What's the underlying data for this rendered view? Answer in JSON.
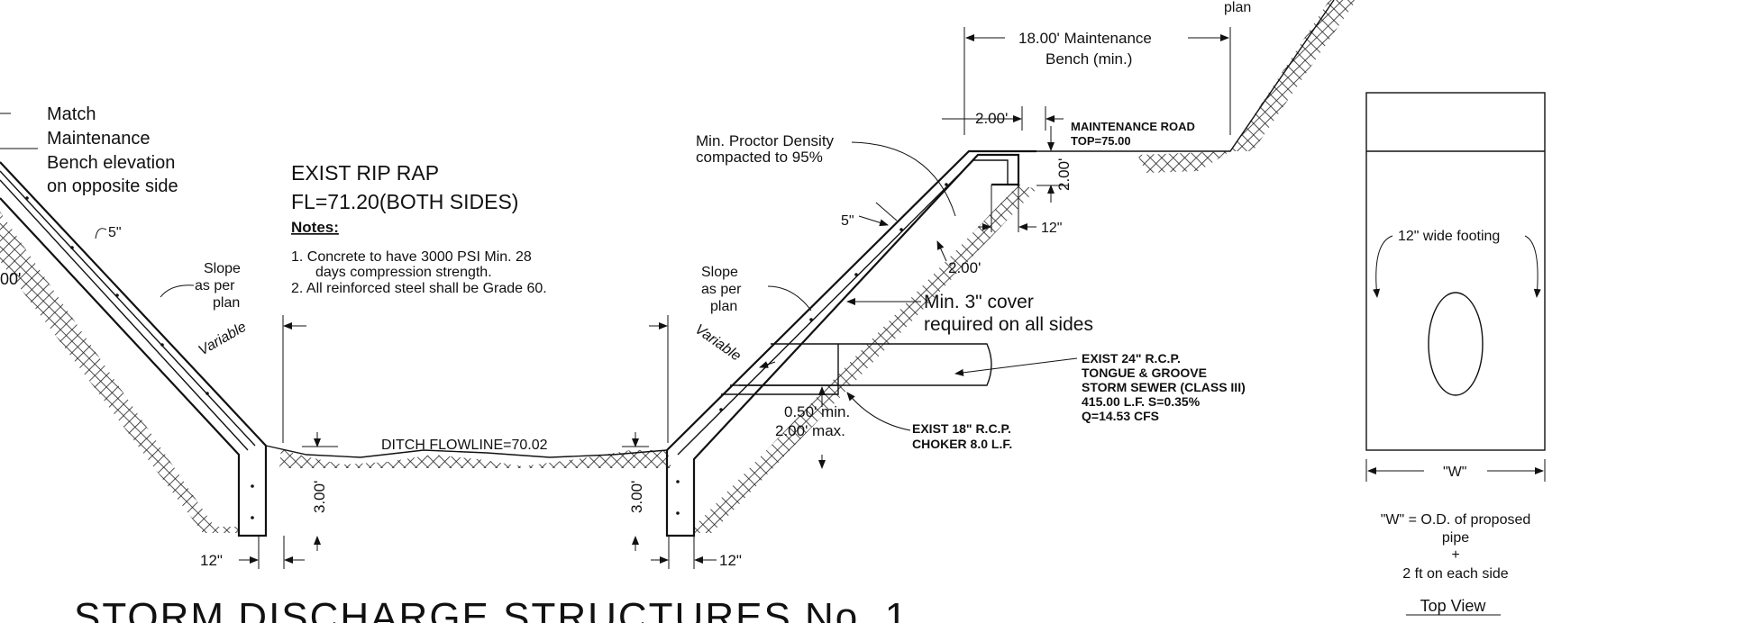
{
  "title": "STORM DISCHARGE STRUCTURES No. 1",
  "labels": {
    "plan_top": "plan",
    "match": [
      "Match",
      "Maintenance",
      "Bench elevation",
      "on opposite side"
    ],
    "dim_5_left": "5\"",
    "slope_left": [
      "Slope",
      "as per",
      "plan"
    ],
    "variable_left": "Variable",
    "dim_200_left": "00'",
    "exist_rip_rap": "EXIST RIP RAP",
    "fl": "FL=71.20(BOTH SIDES)",
    "notes_heading": "Notes:",
    "note1": [
      "1.   Concrete to have 3000 PSI Min. 28",
      "days compression strength."
    ],
    "note2": "2.   All reinforced steel shall be Grade 60.",
    "slope_right": [
      "Slope",
      "as per",
      "plan"
    ],
    "variable_right": "Variable",
    "dim_5_right": "5\"",
    "proctor": [
      "Min. Proctor  Density",
      "compacted to 95%"
    ],
    "bench_dim": [
      "18.00' Maintenance",
      "Bench (min.)"
    ],
    "dim_200_top": "2.00'",
    "maintenance_road": [
      "MAINTENANCE ROAD",
      "TOP=75.00"
    ],
    "dim_200_vert": "2.00'",
    "dim_12_right_top": "12\"",
    "dim_200_slope": "2.00'",
    "cover": [
      "Min. 3\" cover",
      "required on all sides"
    ],
    "exist_24": [
      "EXIST 24\" R.C.P.",
      "TONGUE & GROOVE",
      "STORM SEWER (CLASS III)",
      "415.00 L.F. S=0.35%",
      "Q=14.53 CFS"
    ],
    "min_max": [
      "0.50' min.",
      "2.00' max."
    ],
    "exist_18": [
      "EXIST 18\" R.C.P.",
      "CHOKER 8.0 L.F."
    ],
    "ditch": "DITCH FLOWLINE=70.02",
    "dim_300_left": "3.00'",
    "dim_300_right": "3.00'",
    "dim_12_left_bottom": "12\"",
    "dim_12_right_bottom": "12\"",
    "footing": "12\" wide footing",
    "w_label": "\"W\"",
    "w_def": [
      "\"W\" = O.D. of proposed",
      "pipe",
      "+",
      "2 ft on each side"
    ],
    "top_view": "Top View"
  }
}
